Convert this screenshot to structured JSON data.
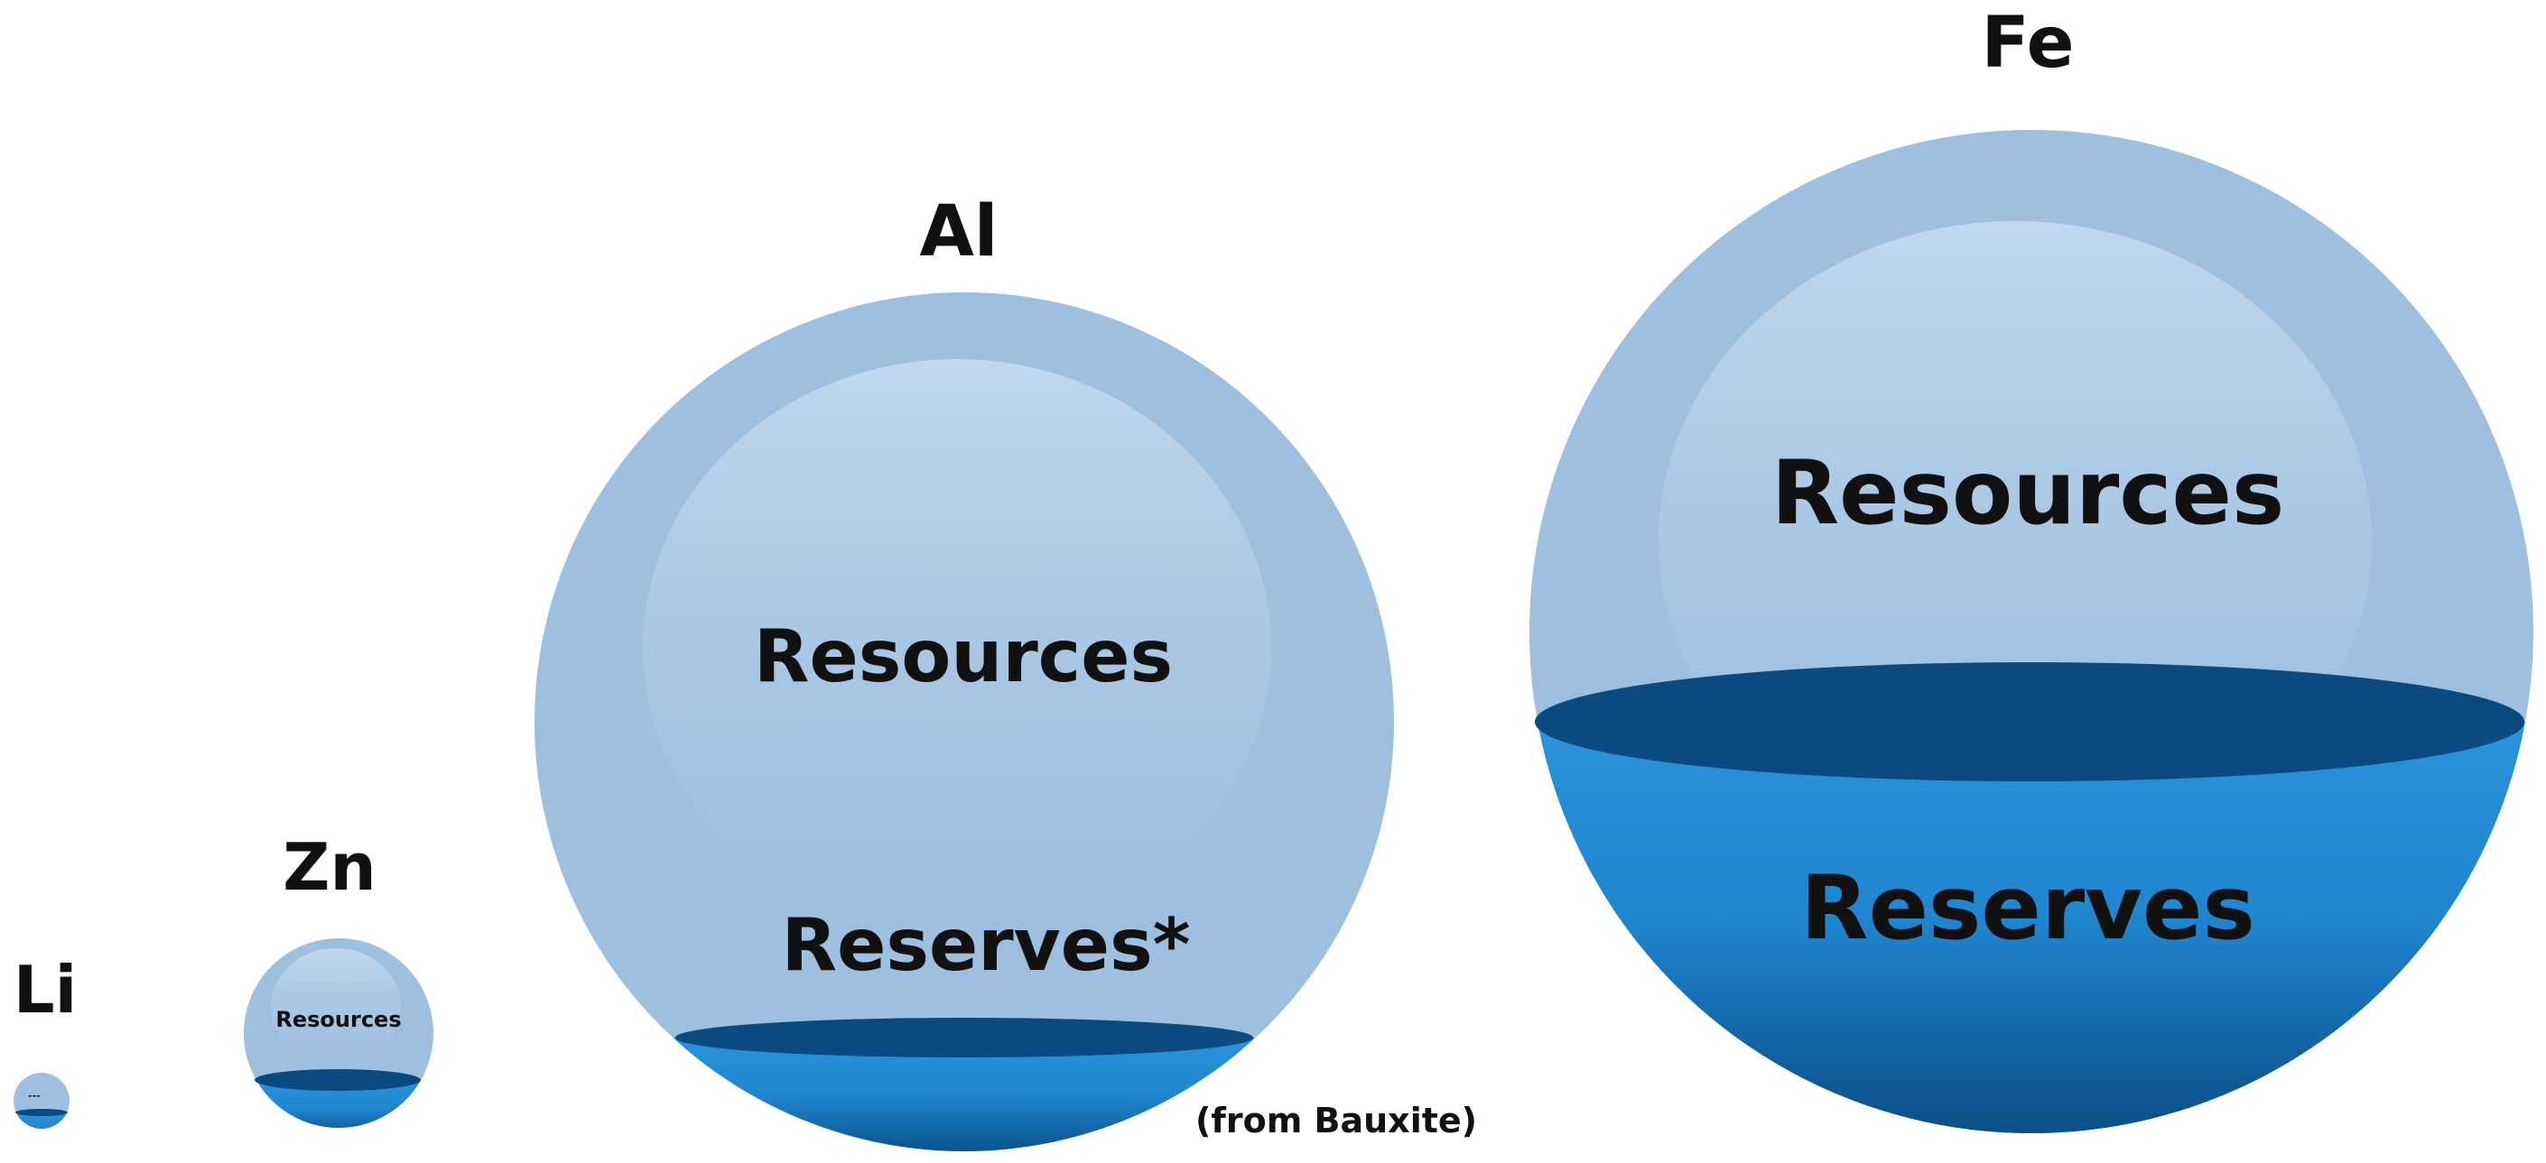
{
  "spheres": [
    {
      "id": "li",
      "element": "Li",
      "resources_label": "---",
      "reserves_label": "",
      "note": ""
    },
    {
      "id": "zn",
      "element": "Zn",
      "resources_label": "Resources",
      "reserves_label": "",
      "note": ""
    },
    {
      "id": "al",
      "element": "Al",
      "resources_label": "Resources",
      "reserves_label": "Reserves*",
      "note": "(from Bauxite)"
    },
    {
      "id": "fe",
      "element": "Fe",
      "resources_label": "Resources",
      "reserves_label": "Reserves",
      "note": ""
    }
  ],
  "colors": {
    "resources_fill": "#9dc0e0",
    "resources_highlight": "#b9d3ea",
    "reserves_fill": "#228fd8",
    "reserves_deep": "#0a4f86",
    "reserves_surface": "#0a4a80",
    "text": "#111111"
  }
}
